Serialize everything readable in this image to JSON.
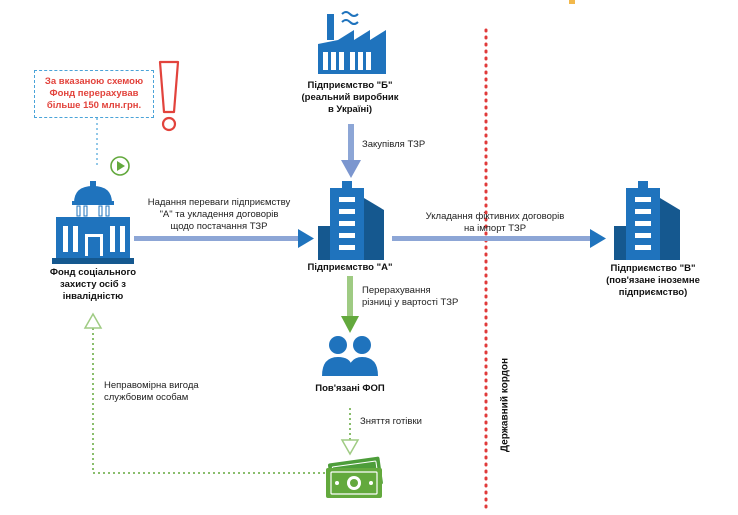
{
  "colors": {
    "blue": "#1f73bd",
    "blue_dark": "#15588f",
    "arrow_blue": "#8da6d6",
    "green": "#63a93d",
    "green_light": "#9fcb83",
    "red": "#e2433c",
    "border_red": "#e03a3a"
  },
  "note": {
    "line1": "За вказаною схемою",
    "line2": "Фонд перерахував",
    "line3": "більше 150 млн.грн."
  },
  "nodes": {
    "fund": {
      "line1": "Фонд соціального",
      "line2": "захисту осіб з",
      "line3": "інвалідністю",
      "icon": "government-building-icon"
    },
    "b": {
      "line1": "Підприємство \"Б\"",
      "line2": "(реальний виробник",
      "line3": "в Україні)",
      "icon": "factory-icon"
    },
    "a": {
      "label": "Підприємство \"А\"",
      "icon": "office-building-icon"
    },
    "v": {
      "line1": "Підприємство \"В\"",
      "line2": "(пов'язане іноземне",
      "line3": "підприємство)",
      "icon": "office-building-icon"
    },
    "fop": {
      "label": "Пов'язані ФОП",
      "icon": "people-icon"
    },
    "cash": {
      "icon": "cash-money-icon"
    }
  },
  "edges": {
    "b_to_a": "Закупівля ТЗР",
    "fund_to_a": {
      "line1": "Надання переваги підприємству",
      "line2": "\"А\" та укладення договорів",
      "line3": "щодо постачання ТЗР"
    },
    "a_to_v": {
      "line1": "Укладання фіктивних договорів",
      "line2": "на імпорт ТЗР"
    },
    "a_to_fop": {
      "line1": "Перерахування",
      "line2": "різниці у вартості ТЗР"
    },
    "fop_to_cash": "Зняття готівки",
    "cash_to_fund": {
      "line1": "Неправомірна вигода",
      "line2": "службовим особам"
    }
  },
  "border_label": "Державний кордон"
}
